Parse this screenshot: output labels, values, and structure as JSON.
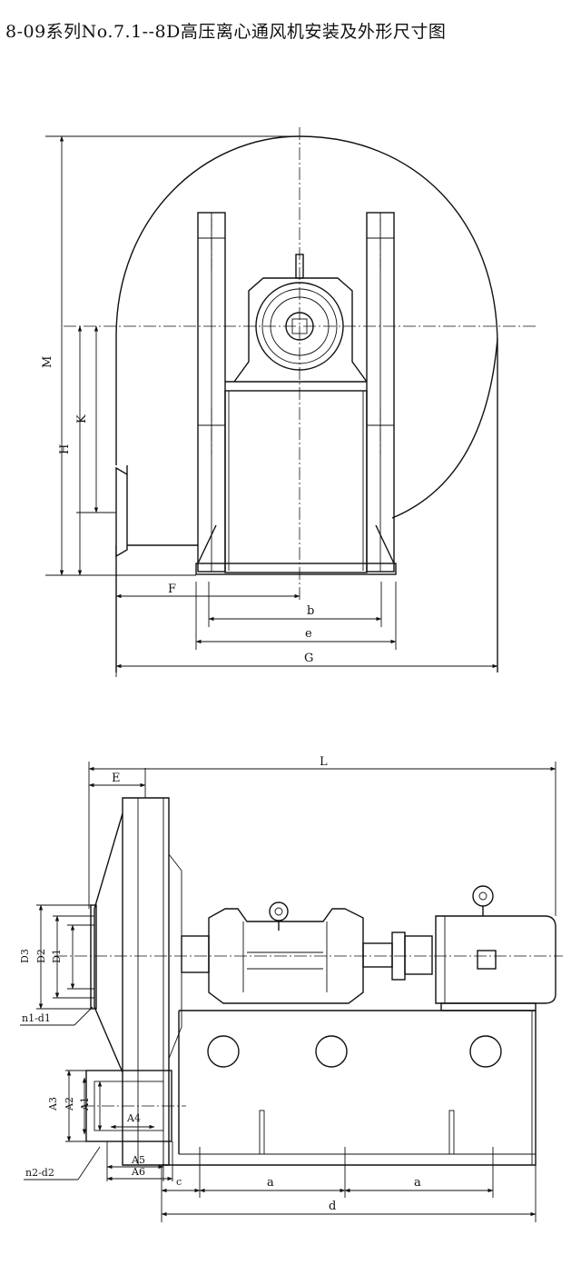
{
  "title": "8-09系列No.7.1--8D高压离心通风机安装及外形尺寸图",
  "front_view": {
    "dims": {
      "M": "M",
      "H": "H",
      "K": "K",
      "F": "F",
      "b": "b",
      "e": "e",
      "G": "G"
    }
  },
  "side_view": {
    "dims": {
      "L": "L",
      "E": "E",
      "D3": "D3",
      "D2": "D2",
      "D1": "D1",
      "n1d1": "n1-d1",
      "A3": "A3",
      "A2": "A2",
      "A1": "A1",
      "A4": "A4",
      "A5": "A5",
      "A6": "A6",
      "n2d2": "n2-d2",
      "c": "c",
      "a1": "a",
      "a2": "a",
      "d": "d"
    }
  }
}
